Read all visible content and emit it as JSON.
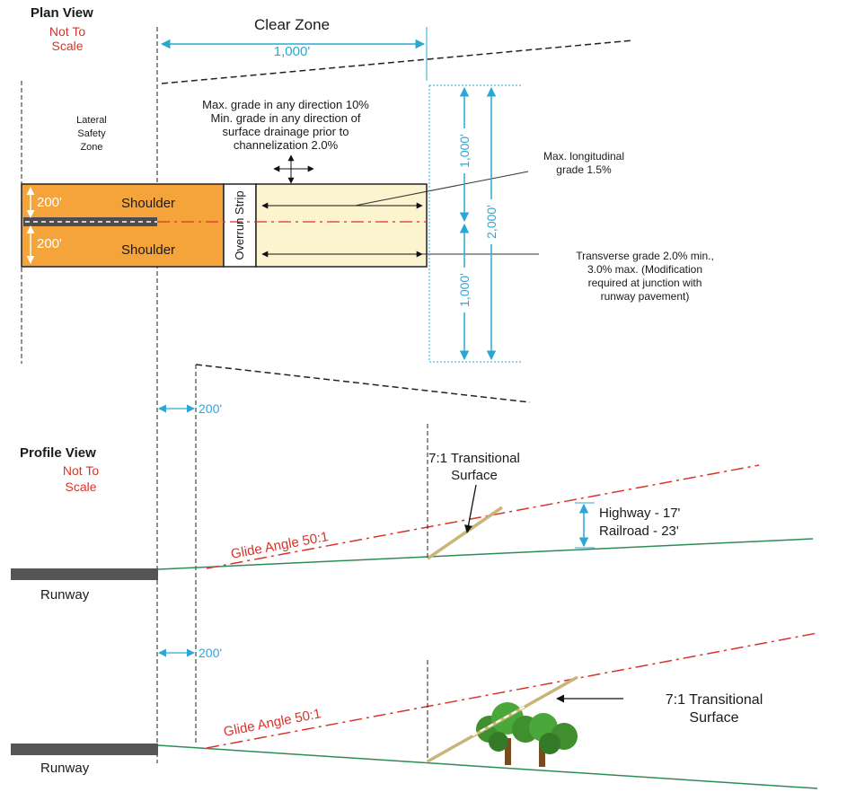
{
  "plan": {
    "title": "Plan View",
    "scale_note": [
      "Not To",
      "Scale"
    ],
    "clear_zone_label": "Clear Zone",
    "clear_zone_width": "1,000'",
    "lateral_label": [
      "Lateral",
      "Safety",
      "Zone"
    ],
    "grade_note": [
      "Max. grade in any direction 10%",
      "Min. grade in any direction of",
      "surface drainage prior to",
      "channelization 2.0%"
    ],
    "longitudinal_note": [
      "Max. longitudinal",
      "grade 1.5%"
    ],
    "transverse_note": [
      "Transverse grade 2.0% min.,",
      "3.0% max. (Modification",
      "required at junction with",
      "runway pavement)"
    ],
    "shoulder_width": "200'",
    "shoulder_label": "Shoulder",
    "overrun_label": "Overrun Strip",
    "half_length": "1,000'",
    "total_length": "2,000'",
    "offset_label": "200'"
  },
  "profile": {
    "title": "Profile View",
    "scale_note": [
      "Not To",
      "Scale"
    ],
    "upper": {
      "transitional_label": [
        "7:1 Transitional",
        "Surface"
      ],
      "glide_label": "Glide Angle 50:1",
      "clearance": [
        "Highway - 17'",
        "Railroad - 23'"
      ],
      "runway_label": "Runway",
      "offset_label": "200'"
    },
    "lower": {
      "transitional_label": [
        "7:1 Transitional",
        "Surface"
      ],
      "glide_label": "Glide Angle 50:1",
      "runway_label": "Runway",
      "offset_label": "200'"
    }
  },
  "colors": {
    "shoulder": "#f4a43a",
    "clear_zone": "#fbf4cf",
    "dimension": "#2aa7d6",
    "note_red": "#d9342b",
    "ground": "#2e8b57",
    "transitional": "#c9b57a",
    "runway": "#555555"
  }
}
